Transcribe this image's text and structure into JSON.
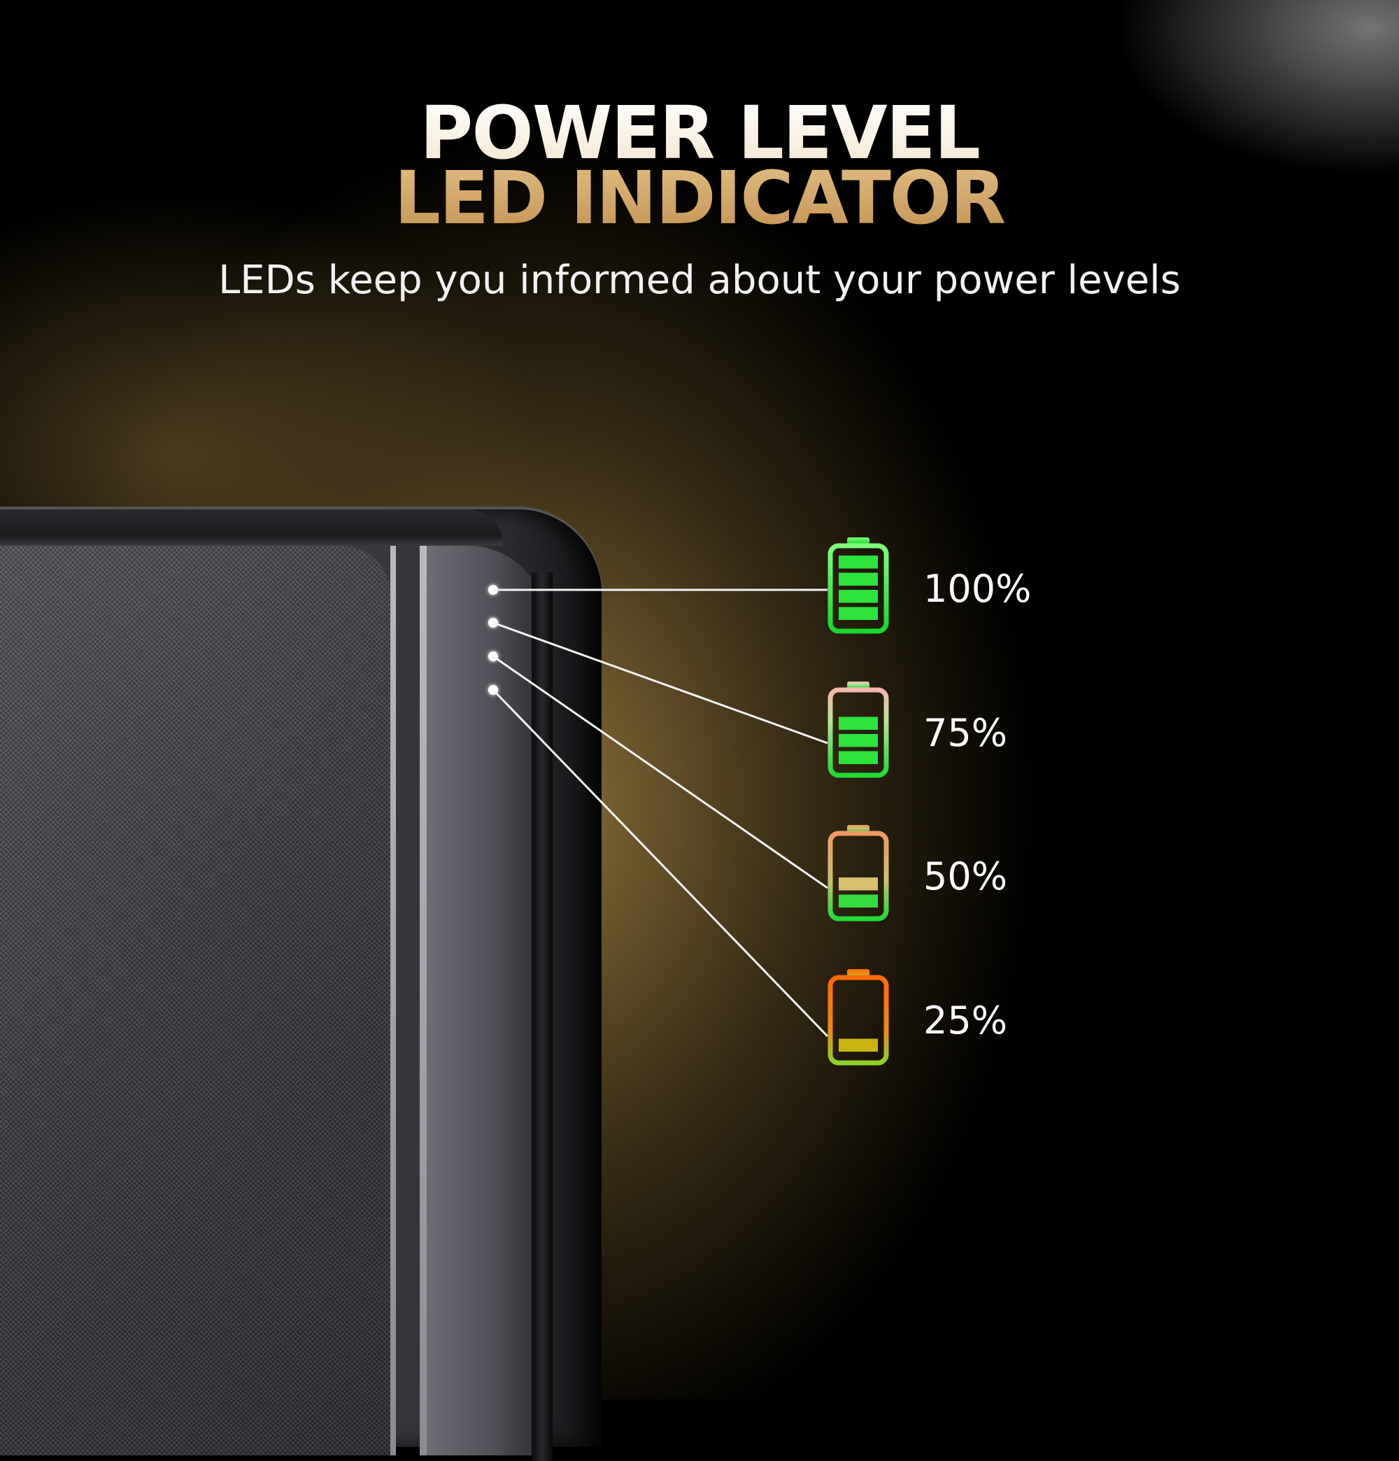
{
  "header": {
    "line1": "POWER LEVEL",
    "line2": "LED INDICATOR",
    "subtitle": "LEDs keep you informed about your power levels"
  },
  "indicators": [
    {
      "label": "100%",
      "level": 1.0,
      "icon": "battery-full-icon",
      "color": "#27e03a"
    },
    {
      "label": "75%",
      "level": 0.75,
      "icon": "battery-three-quarter-icon",
      "color": "#3ee84a"
    },
    {
      "label": "50%",
      "level": 0.5,
      "icon": "battery-half-icon",
      "color": "#e89a5a"
    },
    {
      "label": "25%",
      "level": 0.25,
      "icon": "battery-quarter-icon",
      "color": "#ff7a10"
    }
  ],
  "colors": {
    "headline_white": "#ffffff",
    "headline_gold": "#d6a868",
    "battery_green": "#27e03a",
    "battery_orange": "#ff7a10"
  }
}
